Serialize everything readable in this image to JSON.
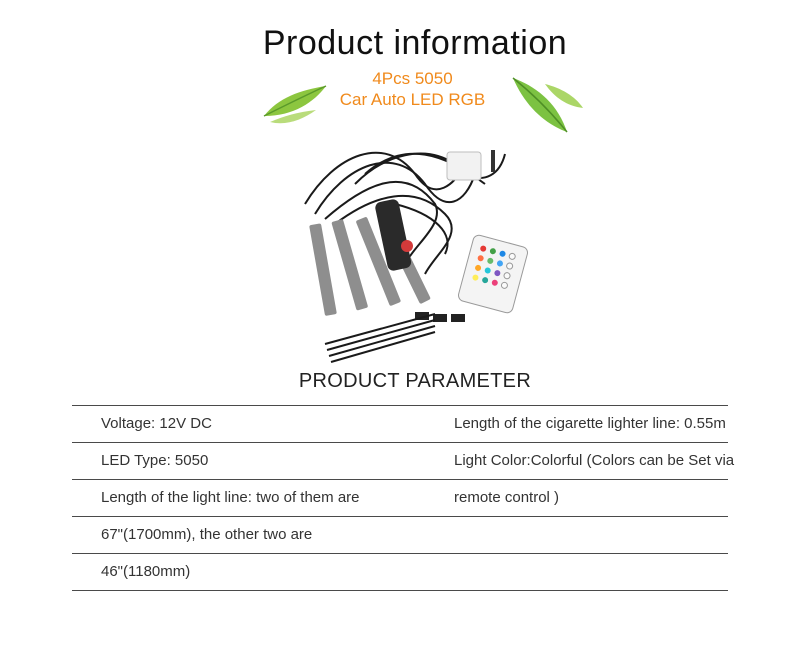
{
  "header": {
    "title": "Product information",
    "subtitle_line1": "4Pcs 5050",
    "subtitle_line2": "Car Auto LED RGB"
  },
  "parameters": {
    "heading": "PRODUCT PARAMETER",
    "rows": [
      {
        "left": "Voltage: 12V DC",
        "right": "Length of the cigarette lighter line: 0.55m"
      },
      {
        "left": "LED Type: 5050",
        "right": "Light Color:Colorful (Colors can be Set via"
      },
      {
        "left": "Length of the light line: two of them are",
        "right": "remote control )"
      },
      {
        "left": "67\"(1700mm), the other two are",
        "right": ""
      },
      {
        "left": "46\"(1180mm)",
        "right": ""
      }
    ]
  },
  "colors": {
    "accent_orange": "#f08a1c",
    "leaf_green": "#7cc242",
    "rule": "#4a4a4a"
  },
  "icons": {
    "left_decoration": "green-leaf-icon",
    "right_decoration": "green-leaf-icon"
  }
}
